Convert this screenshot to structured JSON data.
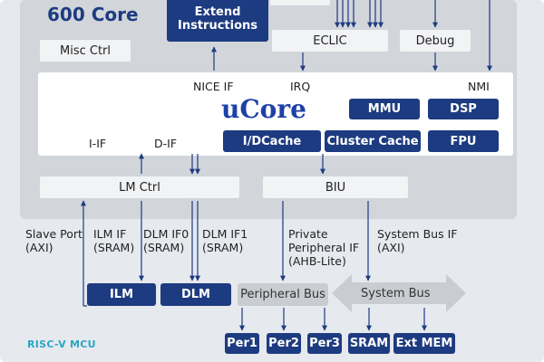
{
  "diagram": {
    "core_title": "600 Core",
    "footer": "RISC-V MCU",
    "blocks": {
      "extend_instructions": "Extend\nInstructions",
      "misc_ctrl": "Misc Ctrl",
      "eclic": "ECLIC",
      "debug": "Debug",
      "mmu": "MMU",
      "dsp": "DSP",
      "idcache": "I/DCache",
      "cluster_cache": "Cluster Cache",
      "fpu": "FPU",
      "lm_ctrl": "LM Ctrl",
      "biu": "BIU",
      "ilm": "ILM",
      "dlm": "DLM",
      "peripheral_bus": "Peripheral Bus",
      "system_bus": "System Bus",
      "per1": "Per1",
      "per2": "Per2",
      "per3": "Per3",
      "sram": "SRAM",
      "ext_mem": "Ext MEM"
    },
    "ucore": {
      "title": "uCore",
      "nice_if": "NICE IF",
      "irq": "IRQ",
      "nmi": "NMI",
      "i_if": "I-IF",
      "d_if": "D-IF"
    },
    "interfaces": {
      "slave_port": "Slave Port\n(AXI)",
      "ilm_if": "ILM IF\n(SRAM)",
      "dlm_if0": "DLM IF0\n(SRAM)",
      "dlm_if1": "DLM IF1\n(SRAM)",
      "private_periph": "Private\nPeripheral IF\n(AHB-Lite)",
      "system_bus_if": "System Bus IF\n(AXI)"
    },
    "colors": {
      "navy": "#1d3b80",
      "accent_blue": "#1e40a8",
      "footer_teal": "#2aa6c4",
      "core_bg": "#d2d5da",
      "outer_bg": "#e6e9ee"
    }
  }
}
